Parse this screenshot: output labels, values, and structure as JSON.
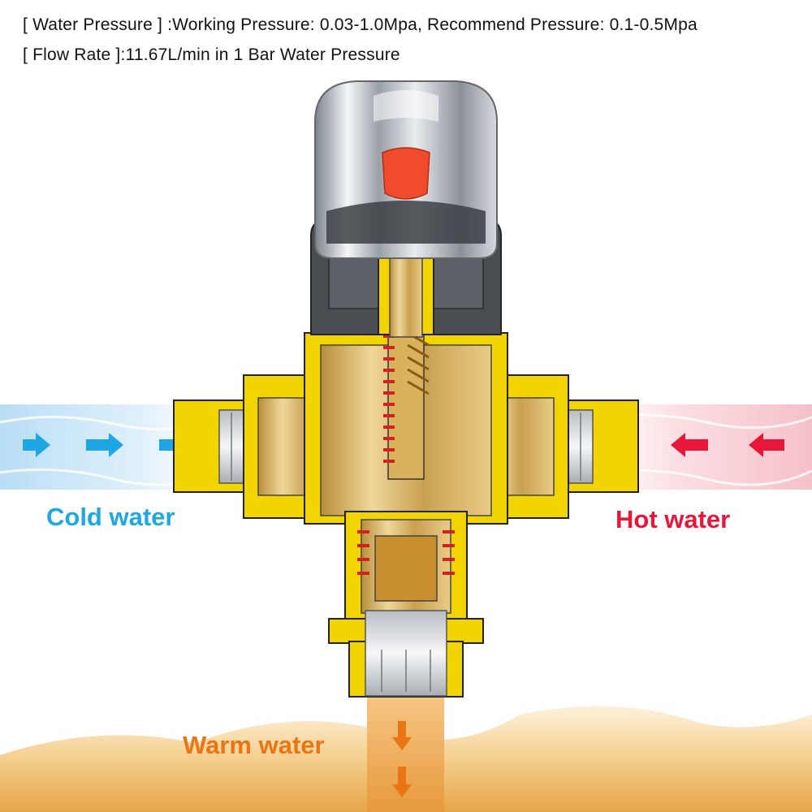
{
  "specs": {
    "water_pressure": "[ Water Pressure ] :Working Pressure: 0.03-1.0Mpa, Recommend Pressure: 0.1-0.5Mpa",
    "flow_rate": "[ Flow Rate ]:11.67L/min in 1 Bar Water Pressure"
  },
  "labels": {
    "cold": "Cold water",
    "hot": "Hot water",
    "warm": "Warm water"
  },
  "colors": {
    "cold": "#1ea7e4",
    "hot": "#e8173a",
    "warm": "#ea7514",
    "brass": "#f2d400",
    "chrome": "#c9cdd2"
  },
  "icons": {
    "cold_arrows": "arrow-right-icon",
    "hot_arrows": "arrow-left-icon",
    "warm_arrows": "arrow-down-icon"
  }
}
